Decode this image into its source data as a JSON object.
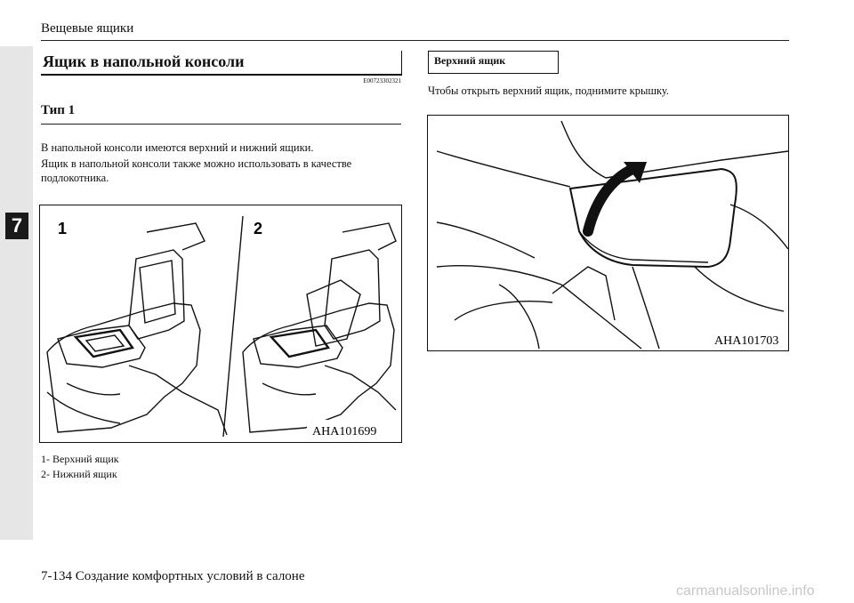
{
  "header": {
    "title": "Вещевые ящики"
  },
  "chapter_tab": "7",
  "section": {
    "title": "Ящик в напольной консоли",
    "code": "E00723302321",
    "subtitle": "Тип 1",
    "paragraph_1": "В напольной консоли имеются верхний и нижний ящики.",
    "paragraph_2": "Ящик в напольной консоли также можно использовать в качестве подлокотника."
  },
  "figure_left": {
    "label_1": "1",
    "label_2": "2",
    "code": "AHA101699",
    "legend": [
      "1- Верхний ящик",
      "2- Нижний ящик"
    ]
  },
  "right_column": {
    "box_title": "Верхний ящик",
    "paragraph": "Чтобы открыть верхний ящик, поднимите крышку.",
    "figure_code": "AHA101703"
  },
  "footer": {
    "text": "7-134    Создание комфортных условий в салоне"
  },
  "watermark": "carmanualsonline.info"
}
